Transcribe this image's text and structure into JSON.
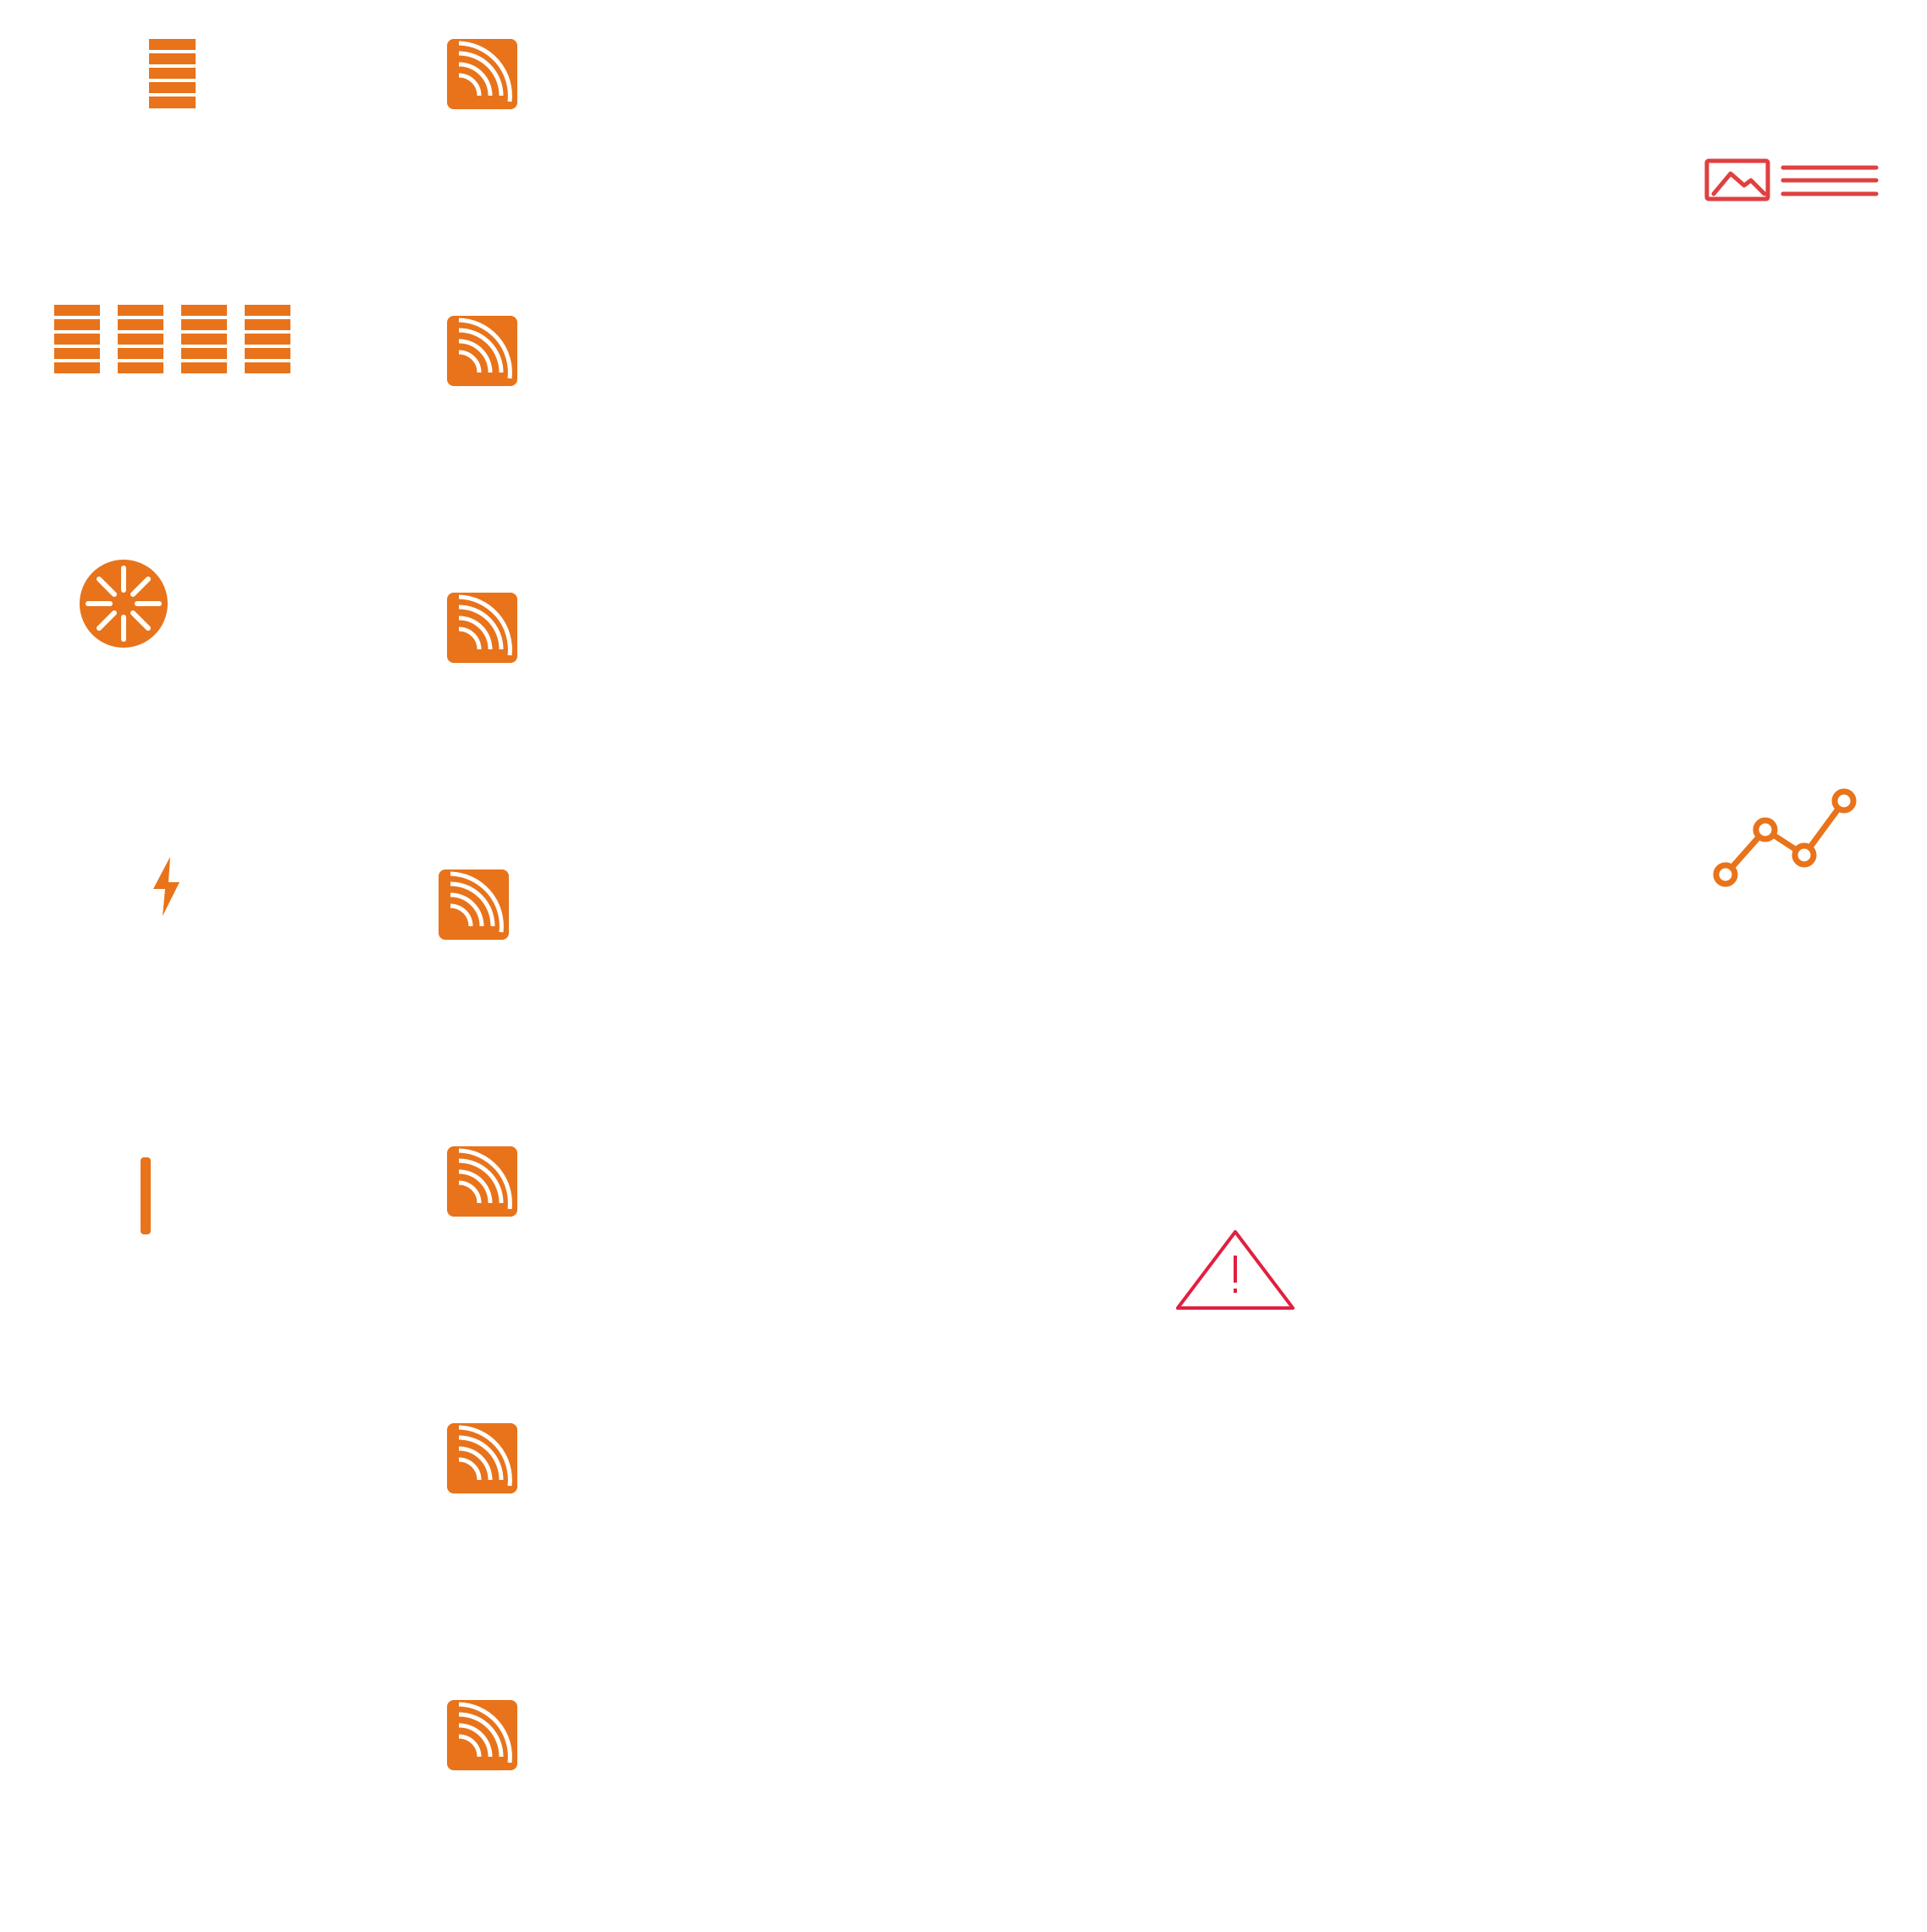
{
  "colors": {
    "orange": "#E8731A",
    "red": "#E04040",
    "crimson": "#E02040",
    "white": "#FFFFFF",
    "background": "#FFFFFF"
  },
  "icons": [
    {
      "name": "single-stack-icon",
      "color": "orange"
    },
    {
      "name": "rss-feed-icon",
      "color": "orange"
    },
    {
      "name": "image-with-text-icon",
      "color": "red"
    },
    {
      "name": "quad-stack-icon",
      "color": "orange"
    },
    {
      "name": "rss-feed-icon",
      "color": "orange"
    },
    {
      "name": "asterisk-circle-icon",
      "color": "orange"
    },
    {
      "name": "rss-feed-icon",
      "color": "orange"
    },
    {
      "name": "line-chart-icon",
      "color": "orange"
    },
    {
      "name": "lightning-bolt-icon",
      "color": "orange"
    },
    {
      "name": "rss-feed-icon",
      "color": "orange"
    },
    {
      "name": "vertical-bar-icon",
      "color": "orange"
    },
    {
      "name": "rss-feed-icon",
      "color": "orange"
    },
    {
      "name": "warning-triangle-icon",
      "color": "crimson"
    },
    {
      "name": "rss-feed-icon",
      "color": "orange"
    },
    {
      "name": "rss-feed-icon",
      "color": "orange"
    }
  ]
}
